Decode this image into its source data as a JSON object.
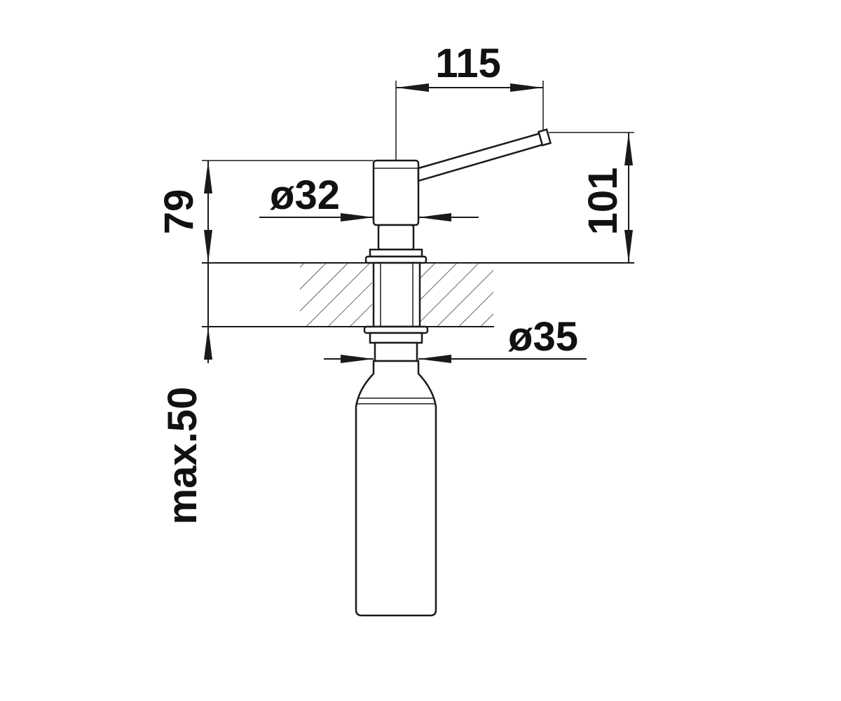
{
  "dimensions": {
    "spout_reach": "115",
    "head_height": "79",
    "head_diameter": "ø32",
    "total_height": "101",
    "hole_diameter": "ø35",
    "max_thickness": "max.50"
  }
}
